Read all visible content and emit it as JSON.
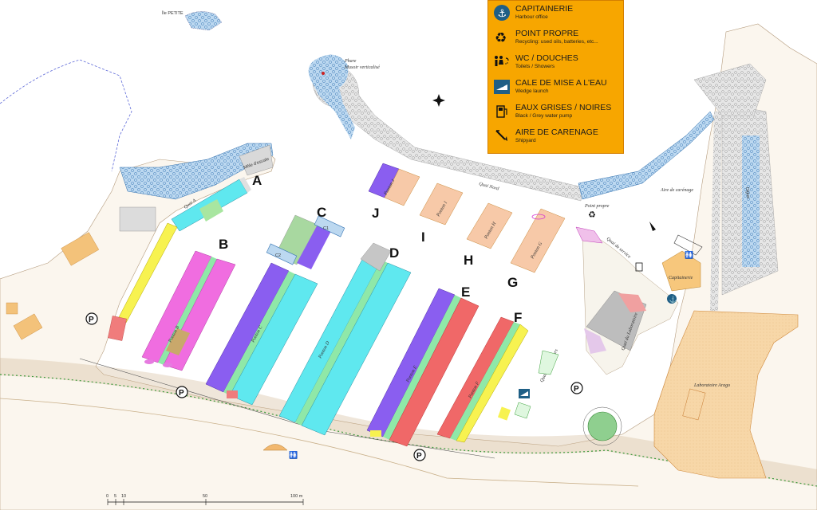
{
  "legend": {
    "items": [
      {
        "title": "CAPITAINERIE",
        "subtitle": "Harbour office",
        "icon": "anchor-icon"
      },
      {
        "title": "POINT PROPRE",
        "subtitle": "Recycling: used oils, batteries, etc...",
        "icon": "recycle-icon"
      },
      {
        "title": "WC / DOUCHES",
        "subtitle": "Toilets / Showers",
        "icon": "wc-icon"
      },
      {
        "title": "CALE DE MISE A L'EAU",
        "subtitle": "Wedge launch",
        "icon": "boat-ramp-icon"
      },
      {
        "title": "EAUX GRISES / NOIRES",
        "subtitle": "Black / Grey water pump",
        "icon": "pump-icon"
      },
      {
        "title": "AIRE DE CARENAGE",
        "subtitle": "Shipyard",
        "icon": "crane-icon"
      }
    ],
    "colors": {
      "background": "#f7a600",
      "icon_bg": "#1f5f86"
    }
  },
  "pontoons": {
    "A": "A",
    "B": "B",
    "C": "C",
    "D": "D",
    "E": "E",
    "F": "F",
    "G": "G",
    "H": "H",
    "I": "I",
    "J": "J"
  },
  "labels": {
    "ile": "Île PETITE",
    "phare": "Phare",
    "phare_sub": "Musoir verticalisé",
    "mole": "Môle d'escale",
    "quai_a": "Quai A",
    "quai_nord": "Quai Nord",
    "point_propre": "Point propre",
    "aire_carenage": "Aire de carénage",
    "quai_service": "Quai de service",
    "capitainerie": "Capitainerie",
    "quai_laboratoire": "Quai du Laboratoire",
    "quai_pecheurs": "Quai des Pêcheurs",
    "laboratoire": "Laboratoire Arago",
    "ponton_b": "Ponton B",
    "ponton_c": "Ponton C",
    "ponton_d": "Ponton D",
    "ponton_e": "Ponton E",
    "ponton_f": "Ponton F",
    "ponton_g": "Ponton G",
    "ponton_h": "Ponton H",
    "ponton_i": "Ponton I",
    "ponton_j": "Ponton J",
    "c1": "C1",
    "c2": "C2"
  },
  "parking": "P",
  "scale": {
    "ticks": [
      "0",
      "5",
      "10",
      "50",
      "100 m"
    ]
  }
}
